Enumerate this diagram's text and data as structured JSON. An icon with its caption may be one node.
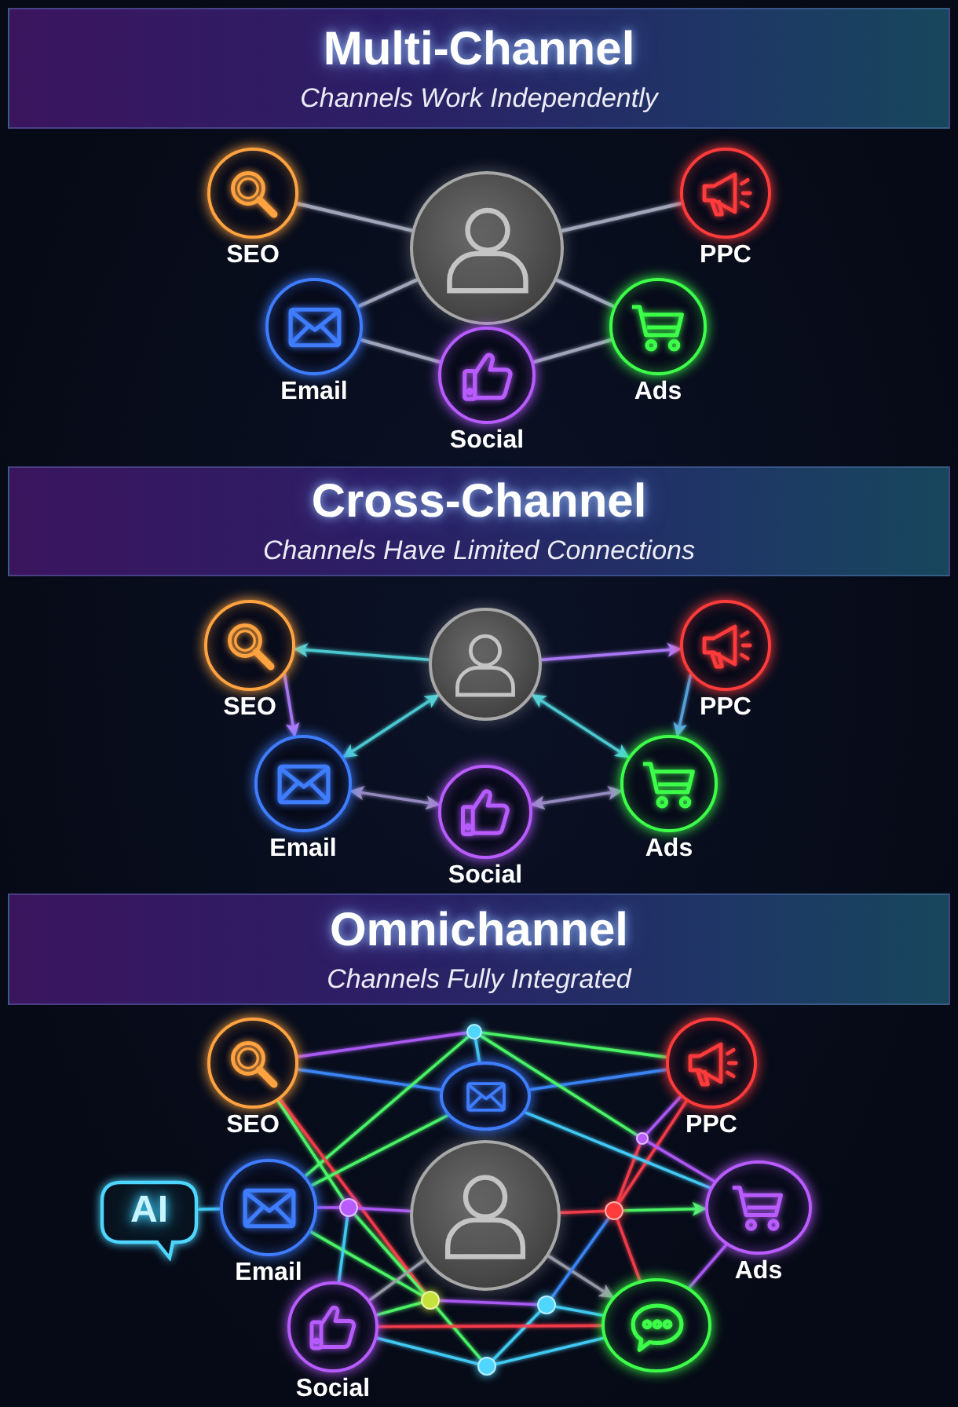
{
  "diagram": {
    "nodes": [
      {
        "text": [
          "Multi-Channel",
          "Channels Work Independently"
        ]
      },
      {
        "text": [
          "SEO"
        ]
      },
      {
        "text": [],
        "shape": "person"
      },
      {
        "text": [
          "PPC"
        ]
      },
      {
        "text": [
          "Email"
        ]
      },
      {
        "text": [
          "Social"
        ]
      },
      {
        "text": [
          "Ads"
        ]
      },
      {
        "text": [
          "Cross-Channel",
          "Channels Have Limited Connections"
        ]
      },
      {
        "text": [
          "SEO"
        ]
      },
      {
        "text": [],
        "shape": "person"
      },
      {
        "text": [
          "PPC"
        ]
      },
      {
        "text": [
          "Email"
        ]
      },
      {
        "text": [
          "Social"
        ]
      },
      {
        "text": [
          "Ads"
        ]
      },
      {
        "text": [
          "Omnichannel",
          "Channels Fully Integrated"
        ]
      },
      {
        "text": [],
        "shape": "circle"
      },
      {
        "text": [
          "SEO"
        ]
      },
      {
        "text": [],
        "shape": "circle"
      },
      {
        "text": [
          "PPC"
        ]
      },
      {
        "text": [],
        "shape": "circle"
      },
      {
        "text": [
          "AI"
        ]
      },
      {
        "text": [
          "Email"
        ]
      },
      {
        "text": [],
        "shape": "circle"
      },
      {
        "text": [],
        "shape": "person"
      },
      {
        "text": [],
        "shape": "circle"
      },
      {
        "text": [
          "Ads"
        ]
      },
      {
        "text": [],
        "shape": "circle"
      },
      {
        "text": [],
        "shape": "circle"
      },
      {
        "text": [
          "Social"
        ]
      },
      {
        "text": [],
        "shape": "circle"
      },
      {
        "text": [],
        "shape": "circle"
      }
    ],
    "edges": [
      {
        "from": 1,
        "to": 2,
        "arrow": "none",
        "color": "#d4d8f0"
      },
      {
        "from": 2,
        "to": 3,
        "arrow": "none",
        "color": "#d4d8f0"
      },
      {
        "from": 2,
        "to": 4,
        "arrow": "none",
        "color": "#d4d8f0"
      },
      {
        "from": 2,
        "to": 6,
        "arrow": "none",
        "color": "#d4d8f0"
      },
      {
        "from": 4,
        "to": 5,
        "arrow": "none",
        "color": "#d4d8f0"
      },
      {
        "from": 5,
        "to": 6,
        "arrow": "none",
        "color": "#d4d8f0"
      },
      {
        "from": 9,
        "to": 8,
        "arrow": "to",
        "color": "#4fd1d9"
      },
      {
        "from": 9,
        "to": 10,
        "arrow": "to",
        "color": "#b07cff"
      },
      {
        "from": 9,
        "to": 11,
        "arrow": "both",
        "color": "#4fd1d9"
      },
      {
        "from": 9,
        "to": 13,
        "arrow": "both",
        "color": "#4fd1d9"
      },
      {
        "from": 8,
        "to": 11,
        "arrow": "to",
        "color": "#b07cff"
      },
      {
        "from": 10,
        "to": 13,
        "arrow": "to",
        "color": "#5aa9e6"
      },
      {
        "from": 11,
        "to": 12,
        "arrow": "both",
        "color": "#9c90c8"
      },
      {
        "from": 12,
        "to": 13,
        "arrow": "both",
        "color": "#9c90c8"
      },
      {
        "from": 16,
        "to": 15,
        "arrow": "none",
        "color": "#b45cff"
      },
      {
        "from": 15,
        "to": 18,
        "arrow": "none",
        "color": "#4dff6a"
      },
      {
        "from": 16,
        "to": 17,
        "arrow": "none",
        "color": "#3d8bff"
      },
      {
        "from": 17,
        "to": 18,
        "arrow": "none",
        "color": "#3d8bff"
      },
      {
        "from": 15,
        "to": 17,
        "arrow": "none",
        "color": "#45d4ff"
      },
      {
        "from": 15,
        "to": 21,
        "arrow": "none",
        "color": "#4dff6a"
      },
      {
        "from": 15,
        "to": 19,
        "arrow": "none",
        "color": "#4dff6a"
      },
      {
        "from": 16,
        "to": 22,
        "arrow": "none",
        "color": "#4dff6a"
      },
      {
        "from": 16,
        "to": 26,
        "arrow": "none",
        "color": "#ff3d4d"
      },
      {
        "from": 18,
        "to": 19,
        "arrow": "none",
        "color": "#b45cff"
      },
      {
        "from": 18,
        "to": 24,
        "arrow": "none",
        "color": "#ff3d4d"
      },
      {
        "from": 19,
        "to": 25,
        "arrow": "none",
        "color": "#b45cff"
      },
      {
        "from": 19,
        "to": 24,
        "arrow": "none",
        "color": "#ff3d4d"
      },
      {
        "from": 17,
        "to": 21,
        "arrow": "none",
        "color": "#4dff6a"
      },
      {
        "from": 17,
        "to": 25,
        "arrow": "none",
        "color": "#45d4ff"
      },
      {
        "from": 20,
        "to": 21,
        "arrow": "none",
        "color": "#45d4ff"
      },
      {
        "from": 21,
        "to": 22,
        "arrow": "none",
        "color": "#b45cff"
      },
      {
        "from": 22,
        "to": 23,
        "arrow": "none",
        "color": "#b45cff"
      },
      {
        "from": 23,
        "to": 24,
        "arrow": "none",
        "color": "#ff3d4d"
      },
      {
        "from": 24,
        "to": 25,
        "arrow": "to",
        "color": "#4dff6a"
      },
      {
        "from": 21,
        "to": 26,
        "arrow": "none",
        "color": "#4dff6a"
      },
      {
        "from": 22,
        "to": 26,
        "arrow": "none",
        "color": "#4dff6a"
      },
      {
        "from": 22,
        "to": 28,
        "arrow": "none",
        "color": "#45d4ff"
      },
      {
        "from": 28,
        "to": 23,
        "arrow": "none",
        "color": "#9ca0ad"
      },
      {
        "from": 23,
        "to": 29,
        "arrow": "to",
        "color": "#9ca0ad"
      },
      {
        "from": 26,
        "to": 27,
        "arrow": "none",
        "color": "#b45cff"
      },
      {
        "from": 26,
        "to": 28,
        "arrow": "none",
        "color": "#4dff6a"
      },
      {
        "from": 26,
        "to": 30,
        "arrow": "none",
        "color": "#4dff6a"
      },
      {
        "from": 27,
        "to": 30,
        "arrow": "none",
        "color": "#45d4ff"
      },
      {
        "from": 27,
        "to": 29,
        "arrow": "none",
        "color": "#45d4ff"
      },
      {
        "from": 28,
        "to": 29,
        "arrow": "none",
        "color": "#ff3d4d"
      },
      {
        "from": 28,
        "to": 30,
        "arrow": "none",
        "color": "#45d4ff"
      },
      {
        "from": 30,
        "to": 29,
        "arrow": "none",
        "color": "#45d4ff"
      },
      {
        "from": 24,
        "to": 27,
        "arrow": "none",
        "color": "#3d8bff"
      },
      {
        "from": 24,
        "to": 29,
        "arrow": "none",
        "color": "#ff3d4d"
      },
      {
        "from": 25,
        "to": 29,
        "arrow": "none",
        "color": "#b45cff"
      }
    ]
  }
}
